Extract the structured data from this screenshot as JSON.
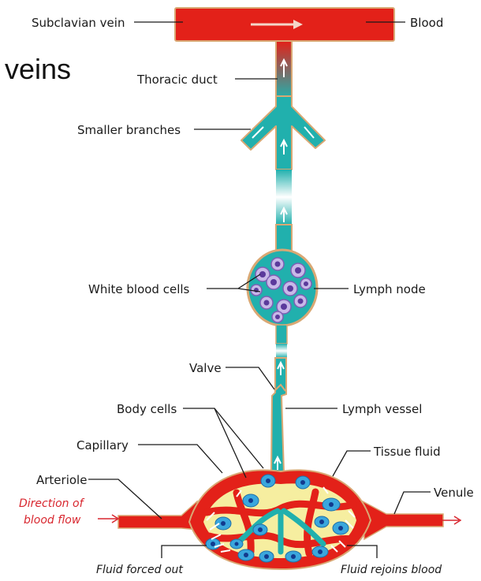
{
  "heading_fragment": "veins",
  "labels": {
    "subclavian_vein": "Subclavian vein",
    "blood": "Blood",
    "thoracic_duct": "Thoracic duct",
    "smaller_branches": "Smaller branches",
    "white_blood_cells": "White blood cells",
    "lymph_node": "Lymph node",
    "valve": "Valve",
    "lymph_vessel": "Lymph vessel",
    "body_cells": "Body cells",
    "capillary": "Capillary",
    "tissue_fluid": "Tissue fluid",
    "arteriole": "Arteriole",
    "venule": "Venule",
    "direction_line1": "Direction of",
    "direction_line2": "blood flow",
    "fluid_forced_out": "Fluid forced out",
    "fluid_rejoins_blood": "Fluid rejoins blood"
  },
  "colors": {
    "blood_red": "#e32119",
    "lymph_teal": "#21b0ad",
    "vessel_outline": "#d9a874",
    "tissue_fluid": "#f6eea0",
    "body_cell": "#3aa7dd",
    "nucleus": "#123a8e",
    "white_cell": "#9a7fc6",
    "annotation_red": "#d8262e"
  }
}
